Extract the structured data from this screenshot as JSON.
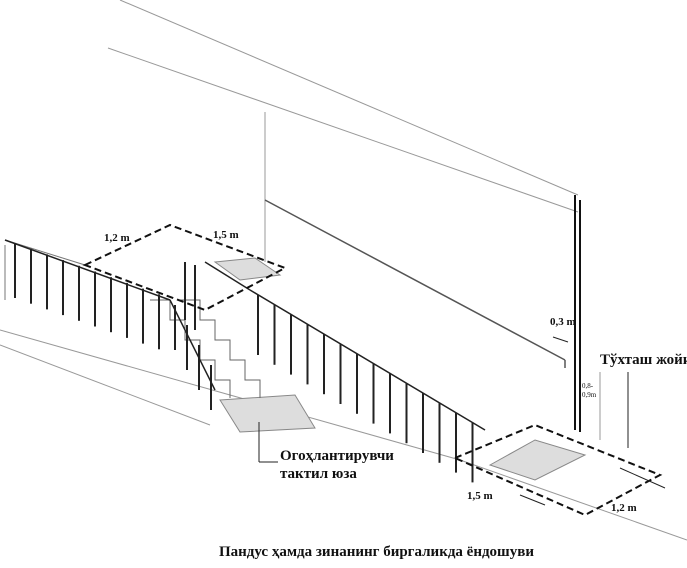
{
  "dimensions": {
    "landing_top_width": "1,2 m",
    "landing_top_length": "1,5 m",
    "handrail_extension": "0,3 m",
    "handrail_height": "0,8-0,9m",
    "landing_bottom_length": "1,5 m",
    "landing_bottom_width": "1,2 m"
  },
  "labels": {
    "stop_area": "Тўхташ жойи",
    "tactile_line1": "Огоҳлантирувчи",
    "tactile_line2": "тактил юза"
  },
  "caption": "Пандус ҳамда зинанинг биргаликда ёндошуви"
}
